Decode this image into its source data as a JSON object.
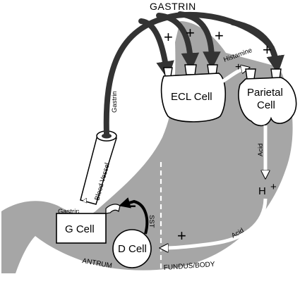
{
  "title": "GASTRIN",
  "cells": {
    "ecl": "ECL Cell",
    "parietal_line1": "Parietal",
    "parietal_line2": "Cell",
    "g_cell": "G Cell",
    "d_cell": "D Cell"
  },
  "labels": {
    "gastrin_vessel": "Gastrin",
    "blood_vessel": "Blood Vessel",
    "gastrin_small": "Gastrin",
    "histamine": "Histamine",
    "acid_vertical": "Acid",
    "acid_diagonal": "Acid",
    "proton": "H",
    "proton_charge": "+",
    "sst": "SST",
    "antrum": "ANTRUM",
    "fundus_body": "FUNDUS/BODY"
  },
  "signs": {
    "plus": "+",
    "minus": "−"
  },
  "colors": {
    "stomach_fill": "#a6a6a6",
    "arrow_dark": "#333333",
    "cell_fill": "#ffffff",
    "outline": "#000000"
  }
}
